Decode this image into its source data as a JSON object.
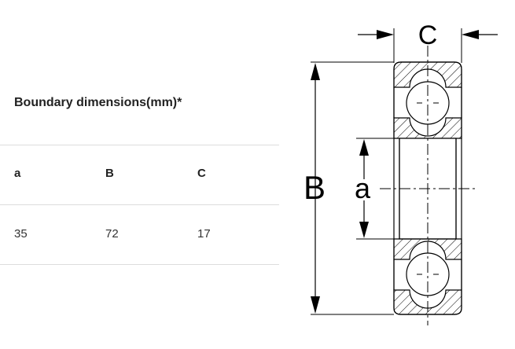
{
  "table": {
    "title": "Boundary dimensions(mm)*",
    "headers": [
      "a",
      "B",
      "C"
    ],
    "values": [
      "35",
      "72",
      "17"
    ]
  },
  "diagram": {
    "labels": {
      "width": "C",
      "outer": "B",
      "inner": "a"
    }
  }
}
